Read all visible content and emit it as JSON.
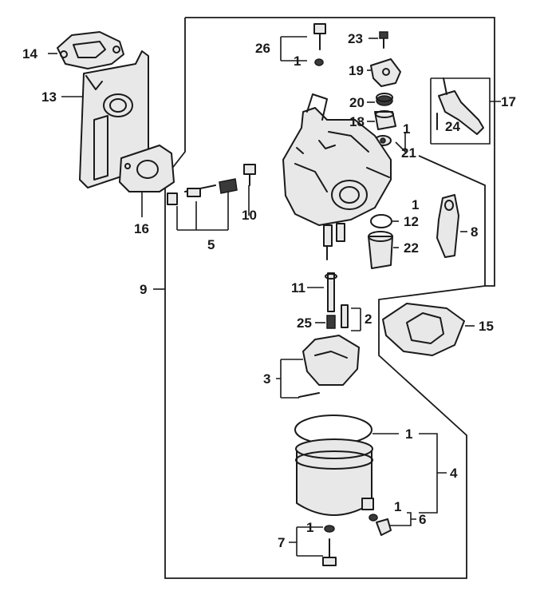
{
  "diagram": {
    "callouts": {
      "c14": "14",
      "c13": "13",
      "c16": "16",
      "c26": "26",
      "c1a": "1",
      "c23": "23",
      "c19": "19",
      "c20": "20",
      "c18": "18",
      "c1b": "1",
      "c21": "21",
      "c17": "17",
      "c24": "24",
      "c5": "5",
      "c10": "10",
      "c1c": "1",
      "c12": "12",
      "c22": "22",
      "c8": "8",
      "c9": "9",
      "c11": "11",
      "c25": "25",
      "c2": "2",
      "c15": "15",
      "c3": "3",
      "c1d": "1",
      "c4": "4",
      "c1e": "1",
      "c6": "6",
      "c7": "7",
      "c1f": "1"
    }
  }
}
